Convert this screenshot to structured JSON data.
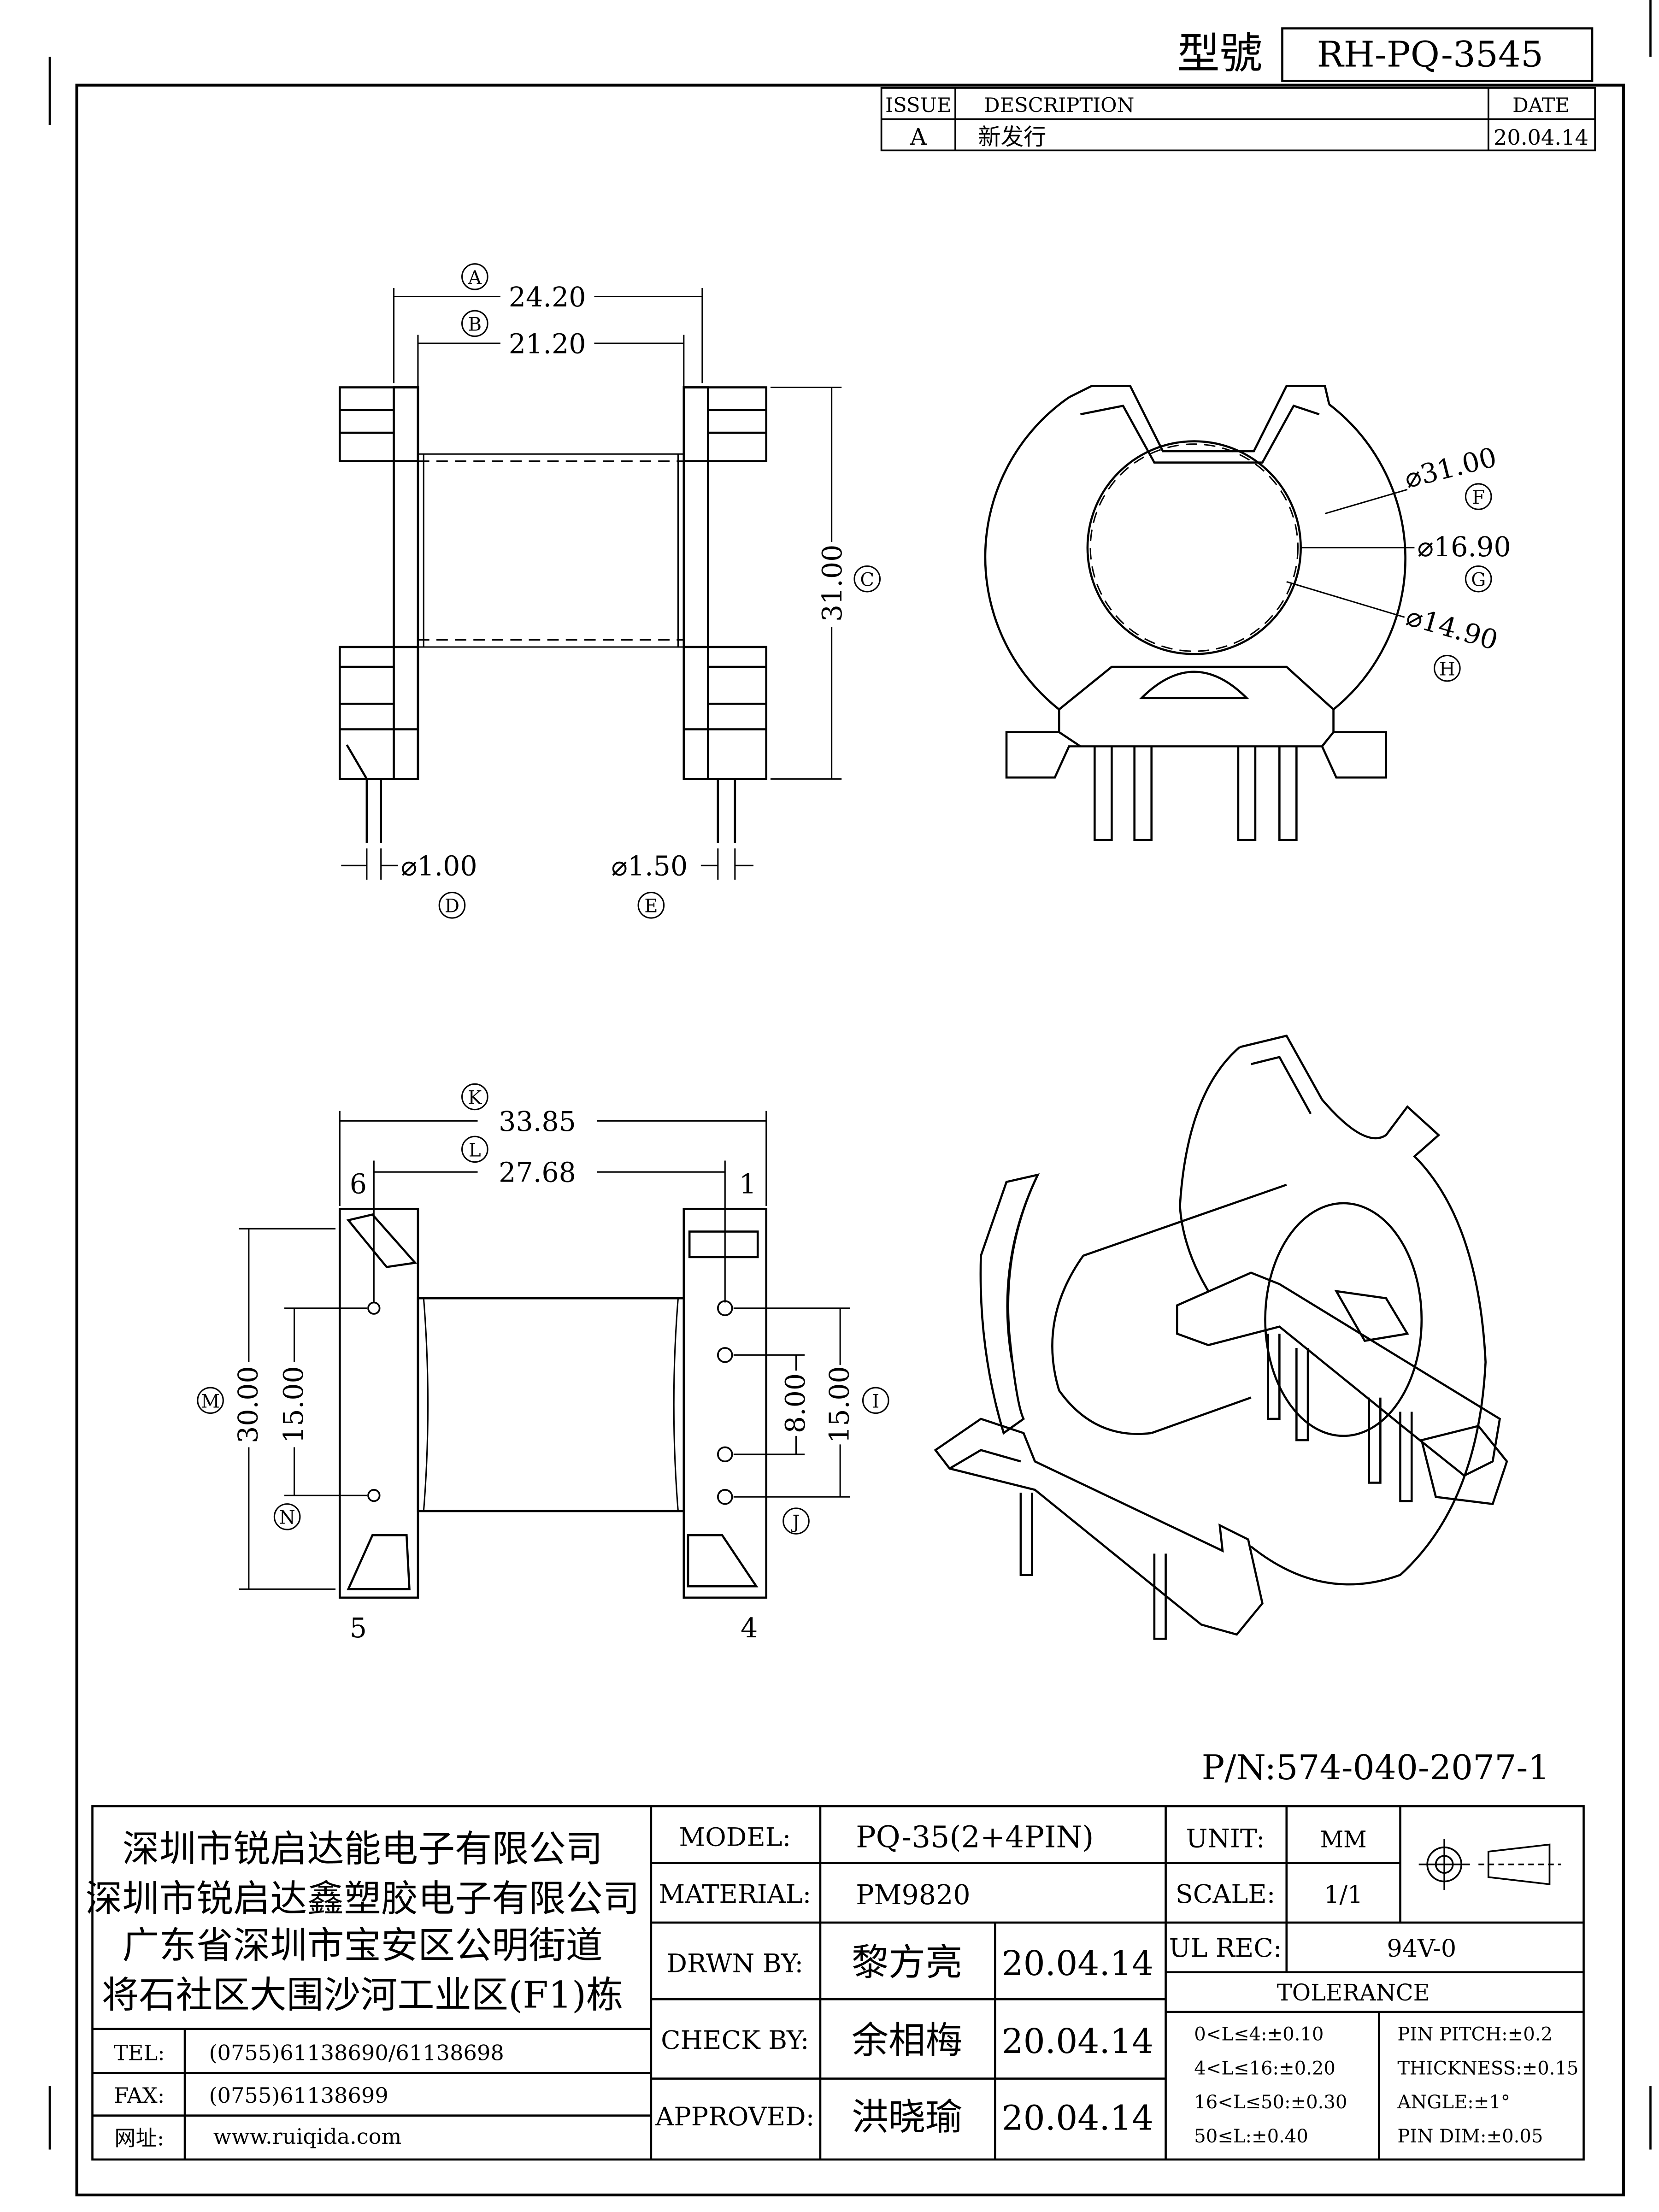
{
  "header": {
    "model_label": "型號",
    "model_number": "RH-PQ-3545"
  },
  "revision_table": {
    "headers": {
      "issue": "ISSUE",
      "description": "DESCRIPTION",
      "date": "DATE"
    },
    "rows": [
      {
        "issue": "A",
        "description": "新发行",
        "date": "20.04.14"
      }
    ]
  },
  "side_view": {
    "dim_a": "24.20",
    "dim_a_tag": "A",
    "dim_b": "21.20",
    "dim_b_tag": "B",
    "dim_c": "31.00",
    "dim_c_tag": "C",
    "dim_d": "⌀1.00",
    "dim_d_tag": "D",
    "dim_e": "⌀1.50",
    "dim_e_tag": "E"
  },
  "end_view": {
    "dim_f": "⌀31.00",
    "dim_f_tag": "F",
    "dim_g": "⌀16.90",
    "dim_g_tag": "G",
    "dim_h": "⌀14.90",
    "dim_h_tag": "H"
  },
  "bottom_view": {
    "dim_k": "33.85",
    "dim_k_tag": "K",
    "dim_l": "27.68",
    "dim_l_tag": "L",
    "dim_m": "30.00",
    "dim_m_tag": "M",
    "dim_n": "15.00",
    "dim_n_tag": "N",
    "dim_i": "15.00",
    "dim_i_tag": "I",
    "dim_j": "8.00",
    "dim_j_tag": "J",
    "pin_1": "1",
    "pin_4": "4",
    "pin_5": "5",
    "pin_6": "6"
  },
  "part_number": "P/N:574-040-2077-1",
  "title_block": {
    "company": [
      "深圳市锐启达能电子有限公司",
      "深圳市锐启达鑫塑胶电子有限公司",
      "广东省深圳市宝安区公明街道",
      "将石社区大围沙河工业区(F1)栋"
    ],
    "tel_label": "TEL:",
    "tel": "(0755)61138690/61138698",
    "fax_label": "FAX:",
    "fax": "(0755)61138699",
    "web_label": "网址:",
    "web": "www.ruiqida.com",
    "model_label": "MODEL:",
    "model": "PQ-35(2+4PIN)",
    "material_label": "MATERIAL:",
    "material": "PM9820",
    "drawn_label": "DRWN BY:",
    "drawn_by": "黎方亮",
    "drawn_date": "20.04.14",
    "check_label": "CHECK BY:",
    "check_by": "余相梅",
    "check_date": "20.04.14",
    "approved_label": "APPROVED:",
    "approved_by": "洪晓瑜",
    "approved_date": "20.04.14",
    "unit_label": "UNIT:",
    "unit": "MM",
    "scale_label": "SCALE:",
    "scale": "1/1",
    "ul_label": "UL REC:",
    "ul": "94V-0",
    "tolerance_title": "TOLERANCE",
    "tolerance_left": [
      "0<L≤4:±0.10",
      "4<L≤16:±0.20",
      "16<L≤50:±0.30",
      "50≤L:±0.40"
    ],
    "tolerance_right": [
      "PIN PITCH:±0.2",
      "THICKNESS:±0.15",
      "ANGLE:±1°",
      "PIN DIM:±0.05"
    ]
  }
}
